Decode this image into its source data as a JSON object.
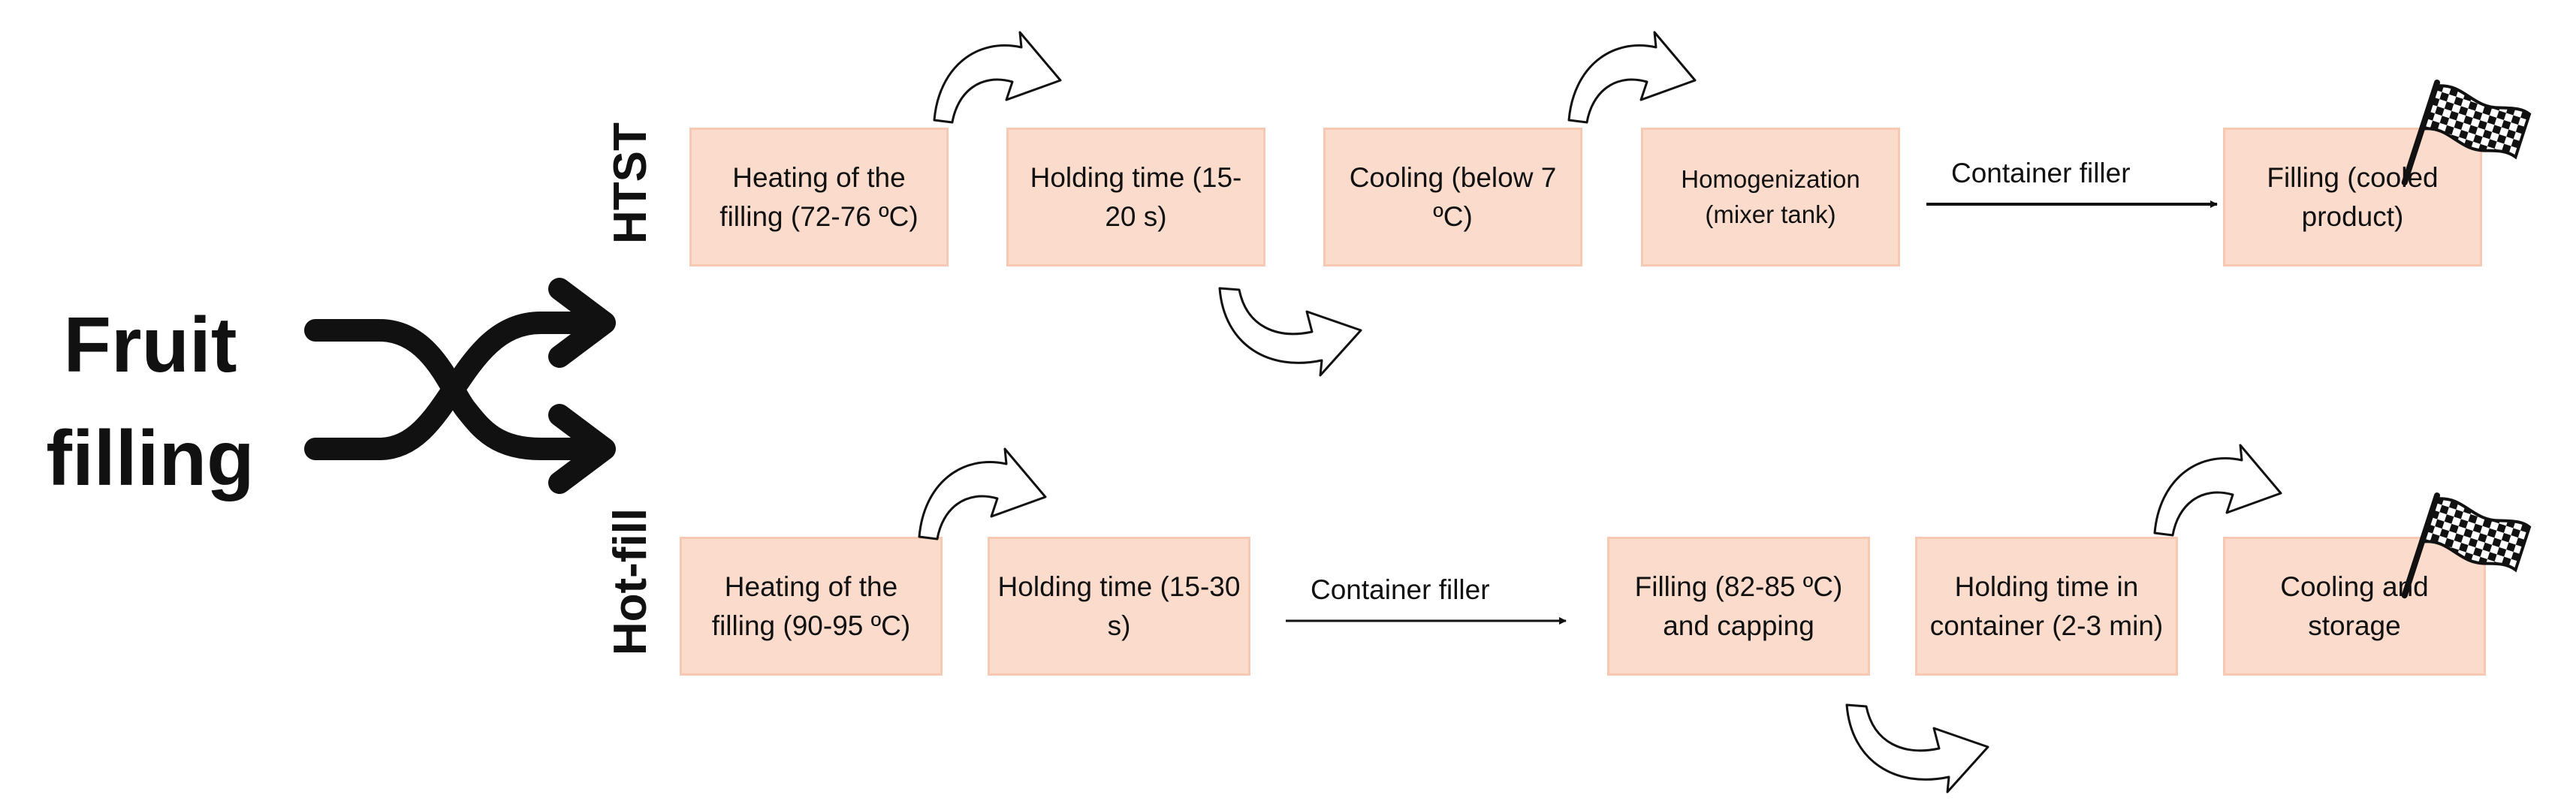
{
  "source": {
    "line1": "Fruit",
    "line2": "filling"
  },
  "routes": {
    "htst": {
      "label": "HTST",
      "steps": [
        "Heating of the filling (72-76 ºC)",
        "Holding time (15-20 s)",
        "Cooling (below 7 ºC)",
        "Homogenization (mixer tank)",
        "Filling (cooled product)"
      ],
      "connector_label": "Container filler"
    },
    "hotfill": {
      "label": "Hot-fill",
      "steps": [
        "Heating of the filling (90-95 ºC)",
        "Holding time (15-30 s)",
        "Filling (82-85 ºC) and capping",
        "Holding time in container (2-3 min)",
        "Cooling and storage"
      ],
      "connector_label": "Container filler"
    }
  },
  "icons": {
    "finish": "checkered-flag-icon",
    "route_split": "shuffle-arrows-icon",
    "step_transition": "curved-arrow-icon"
  },
  "colors": {
    "box_fill": "#fbdccc",
    "box_border": "#f7c9b2",
    "ink": "#111111",
    "flag_white": "#ffffff"
  }
}
